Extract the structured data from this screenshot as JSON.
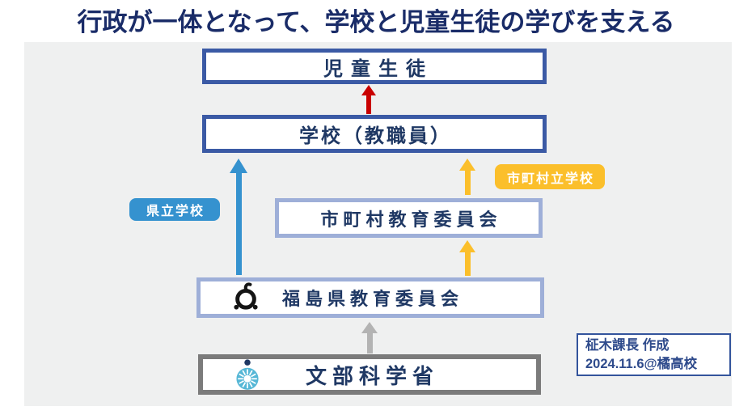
{
  "title": "行政が一体となって、学校と児童生徒の学びを支える",
  "boxes": {
    "students": "児童生徒",
    "school": "学校（教職員）",
    "municipal_board": "市町村教育委員会",
    "pref_board": "福島県教育委員会",
    "mext": "文部科学省"
  },
  "badges": {
    "prefectural_school": "県立学校",
    "municipal_school": "市町村立学校"
  },
  "credit": {
    "line1": "柾木課長 作成",
    "line2": "2024.11.6@橘高校"
  },
  "icons": {
    "pref_board_logo": "fukushima-prefecture-emblem",
    "mext_logo": "mext-ministry-emblem"
  },
  "arrows": [
    {
      "name": "school-to-students",
      "from": "学校（教職員）",
      "to": "児童生徒",
      "color": "#C90000"
    },
    {
      "name": "pref-board-to-school",
      "from": "福島県教育委員会",
      "to": "学校（教職員）",
      "color": "#3592CF",
      "label": "県立学校"
    },
    {
      "name": "municipal-board-to-school",
      "from": "市町村教育委員会",
      "to": "学校（教職員）",
      "color": "#FBBF2B",
      "label": "市町村立学校"
    },
    {
      "name": "pref-board-to-municipal-board",
      "from": "福島県教育委員会",
      "to": "市町村教育委員会",
      "color": "#FBBF2B"
    },
    {
      "name": "mext-to-pref-board",
      "from": "文部科学省",
      "to": "福島県教育委員会",
      "color": "#B3B3B3"
    }
  ],
  "colors": {
    "title_text": "#1A2C68",
    "box_text": "#1F3864",
    "dark_box_border": "#3B5AA5",
    "light_box_border": "#9EAFD8",
    "gray_box_border": "#7B7B7B",
    "panel_background": "#EFF0F0",
    "blue_accent": "#3592CF",
    "yellow_accent": "#FBBF2B",
    "red_accent": "#C90000",
    "gray_accent": "#B3B3B3",
    "mext_logo_blue": "#56B7D6"
  }
}
